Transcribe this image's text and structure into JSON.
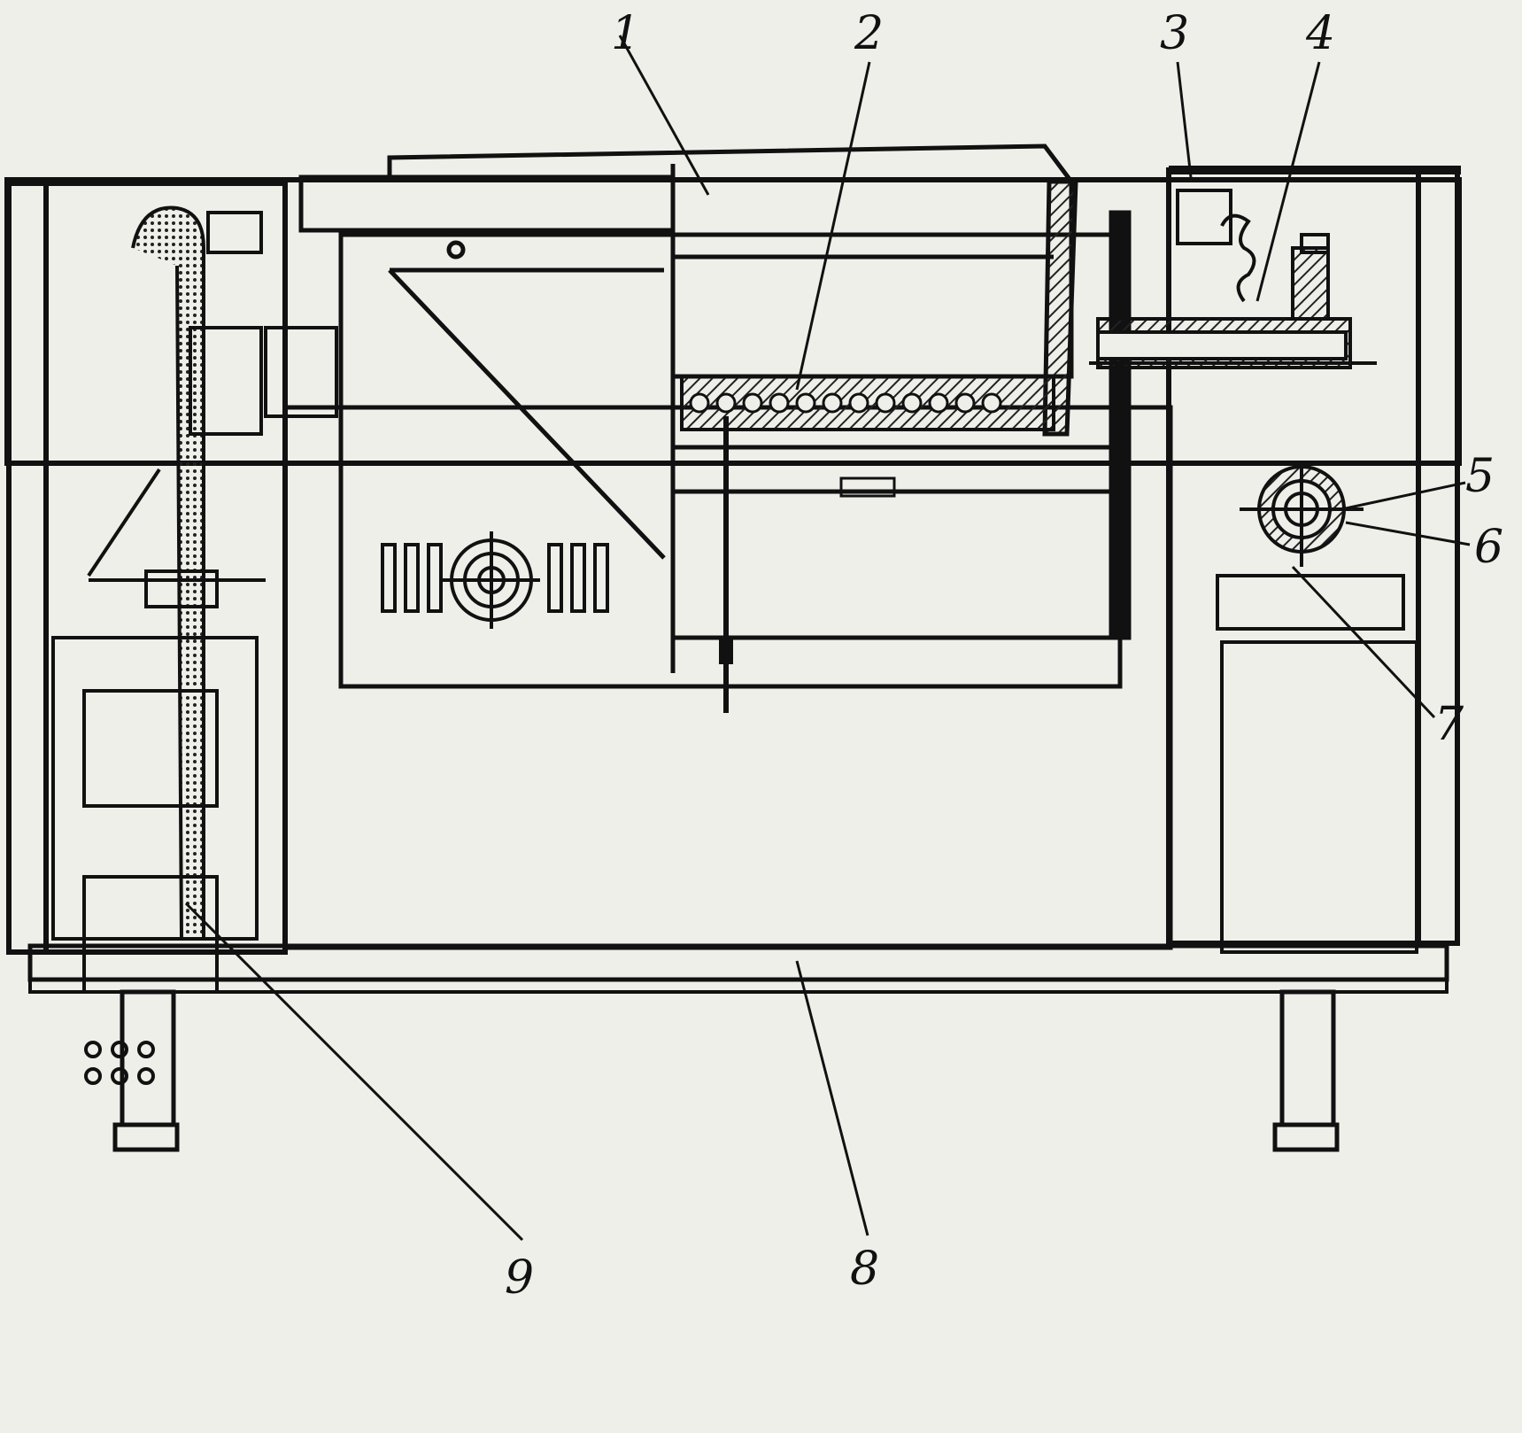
{
  "diagram": {
    "callouts": [
      {
        "id": "1",
        "label": "1"
      },
      {
        "id": "2",
        "label": "2"
      },
      {
        "id": "3",
        "label": "3"
      },
      {
        "id": "4",
        "label": "4"
      },
      {
        "id": "5",
        "label": "5"
      },
      {
        "id": "6",
        "label": "6"
      },
      {
        "id": "7",
        "label": "7"
      },
      {
        "id": "8",
        "label": "8"
      },
      {
        "id": "9",
        "label": "9"
      }
    ],
    "colors": {
      "paper": "#efefea",
      "ink": "#111111",
      "hatch": "#222222"
    }
  }
}
